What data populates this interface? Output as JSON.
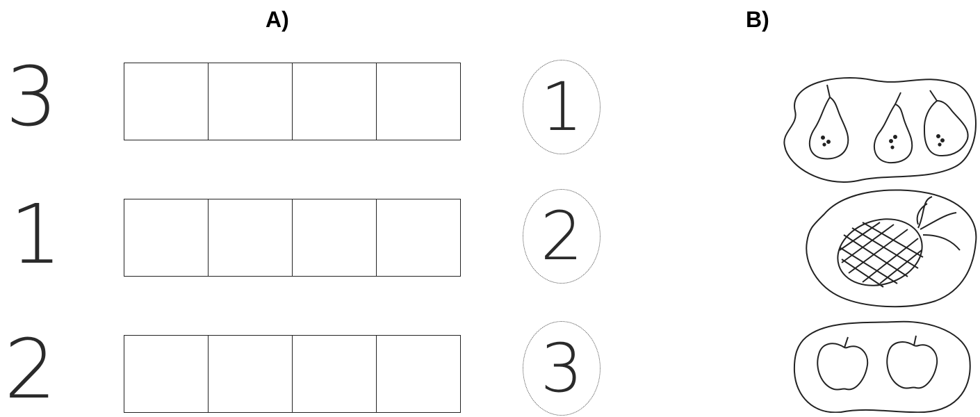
{
  "headers": {
    "a": "A)",
    "b": "B)"
  },
  "rows": [
    {
      "digit": "3",
      "oval_digit": "1",
      "fruit": "pears",
      "fruit_count": 3
    },
    {
      "digit": "1",
      "oval_digit": "2",
      "fruit": "pineapple",
      "fruit_count": 1
    },
    {
      "digit": "2",
      "oval_digit": "3",
      "fruit": "apples",
      "fruit_count": 2
    }
  ]
}
